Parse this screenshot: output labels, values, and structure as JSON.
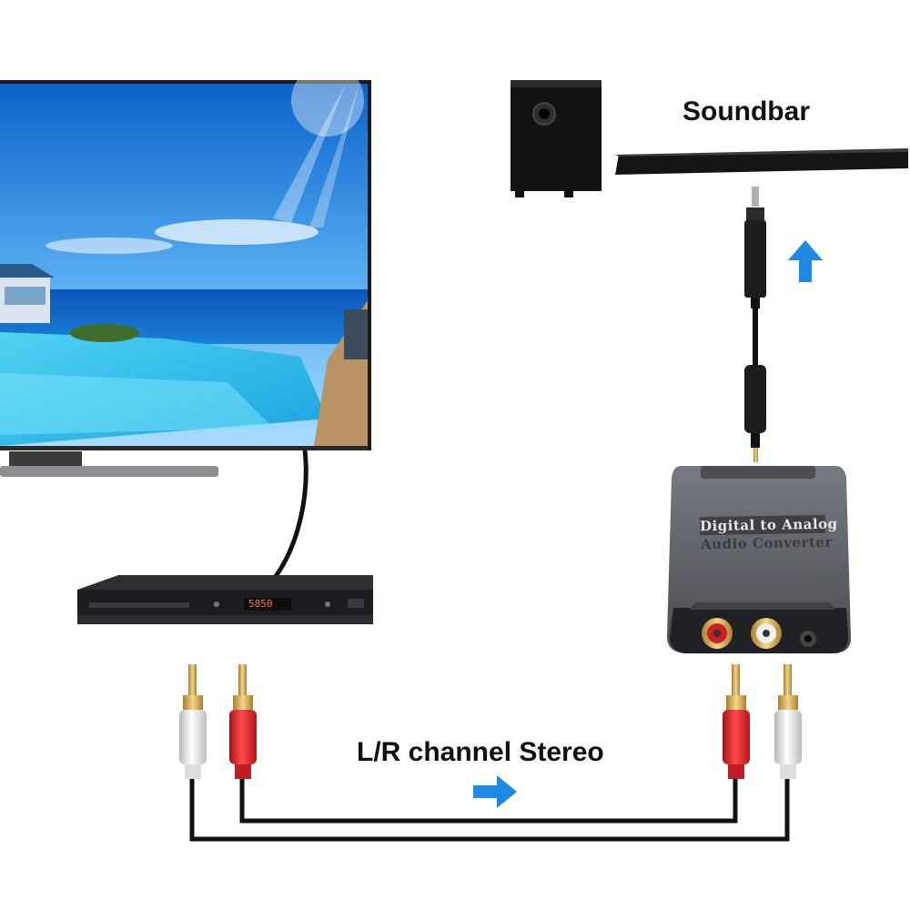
{
  "labels": {
    "soundbar": "Soundbar",
    "stereo": "L/R channel Stereo"
  },
  "converter": {
    "line1": "Digital to Analog",
    "line2": "Audio Converter"
  },
  "dvd_player": {
    "display": "5850"
  },
  "colors": {
    "arrow": "#1e88e5",
    "rca_red": "#d8232a",
    "rca_white": "#e9e9e9",
    "cable": "#111111",
    "converter_body": "#5d5f65"
  }
}
